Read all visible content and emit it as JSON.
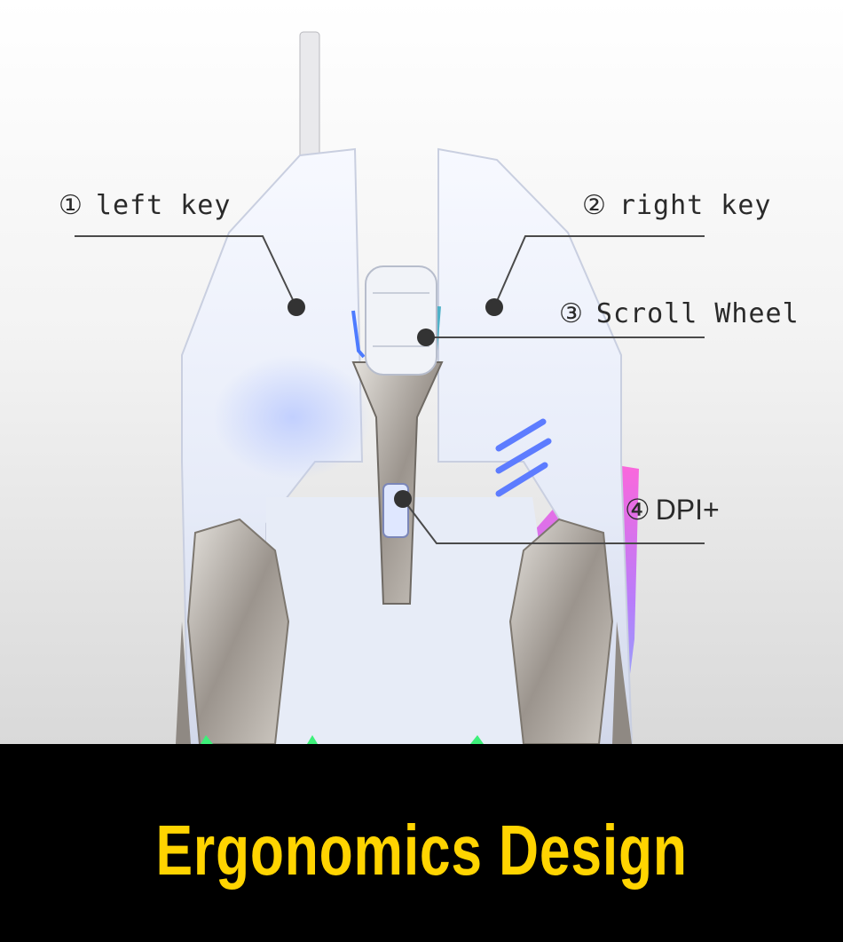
{
  "callouts": [
    {
      "num": "①",
      "label": "left key"
    },
    {
      "num": "②",
      "label": "right key"
    },
    {
      "num": "③",
      "label": "Scroll Wheel"
    },
    {
      "num": "④",
      "label": "DPI+"
    }
  ],
  "banner": {
    "title": "Ergonomics Design"
  },
  "colors": {
    "accent": "#FFD400",
    "banner_bg": "#000000"
  }
}
